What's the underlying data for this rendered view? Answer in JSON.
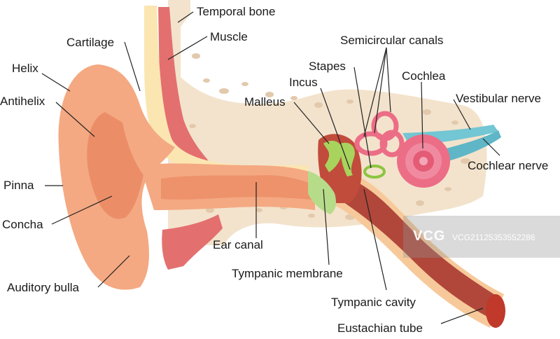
{
  "labels": {
    "temporal_bone": "Temporal bone",
    "muscle": "Muscle",
    "cartilage": "Cartilage",
    "semicircular_canals": "Semicircular canals",
    "helix": "Helix",
    "stapes": "Stapes",
    "incus": "Incus",
    "cochlea": "Cochlea",
    "antihelix": "Antihelix",
    "malleus": "Malleus",
    "vestibular_nerve": "Vestibular nerve",
    "cochlear_nerve": "Cochlear nerve",
    "pinna": "Pinna",
    "concha": "Concha",
    "ear_canal": "Ear canal",
    "tympanic_membrane": "Tympanic membrane",
    "auditory_bulla": "Auditory bulla",
    "tympanic_cavity": "Tympanic cavity",
    "eustachian_tube": "Eustachian tube"
  },
  "watermark": {
    "logo": "VCG",
    "id": "VCG21125353552286"
  },
  "colors": {
    "bone": "#f3e3cc",
    "bone_hole": "#e3c9ac",
    "skin": "#f4a982",
    "skin_dark": "#e77f5a",
    "cartilage": "#fbe6b2",
    "muscle": "#e46f6f",
    "ossicle_green": "#a8d45d",
    "membrane_green": "#b6dc8a",
    "cochlea_pink": "#ec6d86",
    "nerve_blue": "#73c6d3",
    "tube_dark": "#b0473a"
  }
}
